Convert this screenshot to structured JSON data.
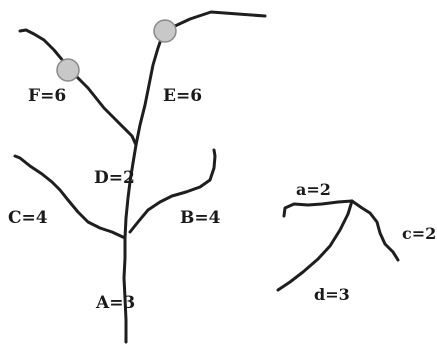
{
  "colors": {
    "stroke": "#1e1e1e",
    "node_fill": "#c8c8c8",
    "node_stroke": "#8a8a8a",
    "label": "#1a1a1a",
    "background": "#ffffff"
  },
  "tree_main": {
    "labels": {
      "A": "A=3",
      "B": "B=4",
      "C": "C=4",
      "D": "D=2",
      "E": "E=6",
      "F": "F=6"
    },
    "highlighted_nodes": [
      "F",
      "E"
    ]
  },
  "tree_small": {
    "labels": {
      "a": "a=2",
      "c": "c=2",
      "d": "d=3"
    }
  }
}
